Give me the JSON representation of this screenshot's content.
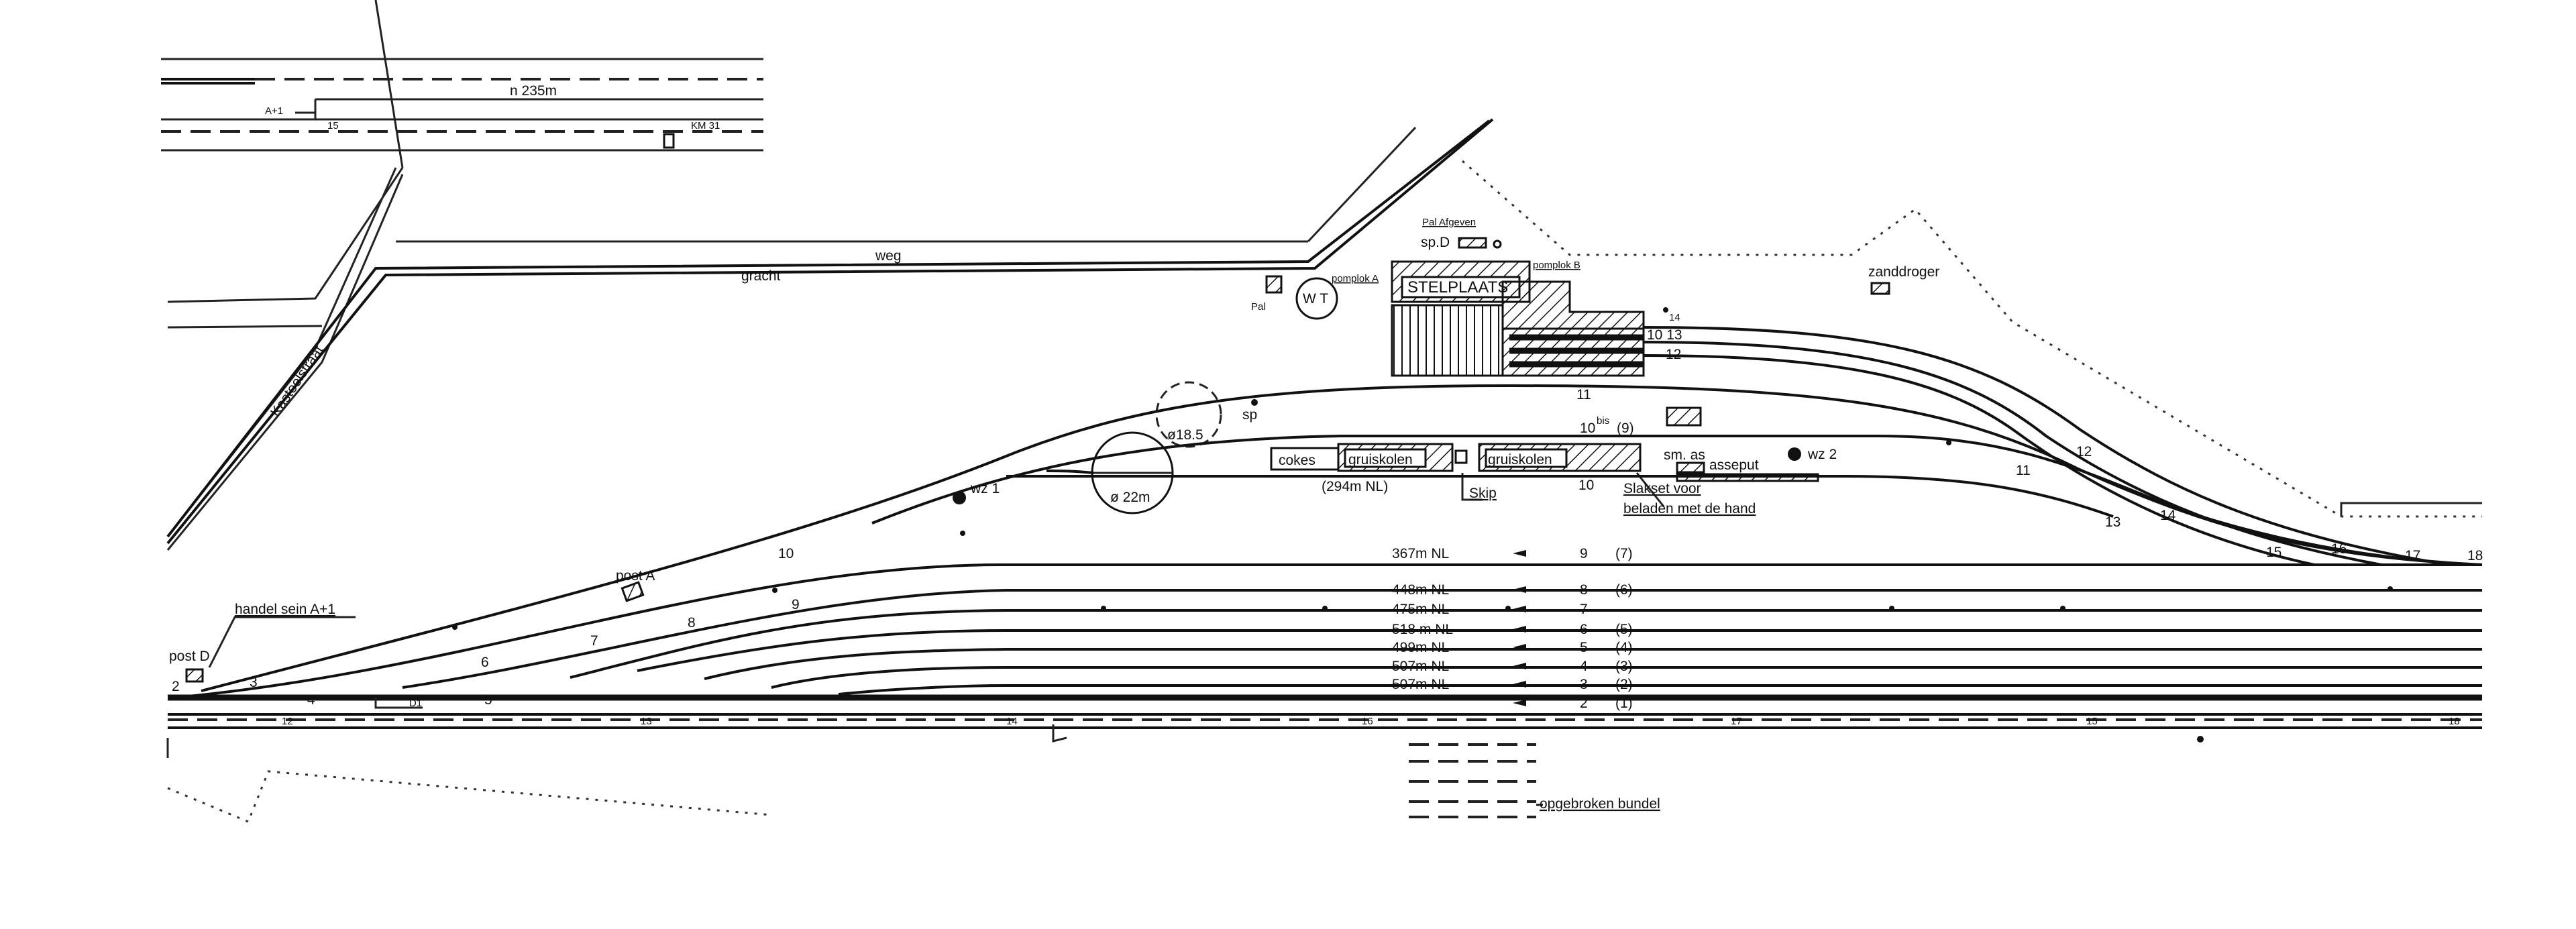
{
  "inset": {
    "length": "n 235m",
    "signal": "A+1",
    "track": "15",
    "km": "KM 31"
  },
  "streets": {
    "road": "weg",
    "canal": "gracht",
    "street": "Kasteelstraat"
  },
  "buildings": {
    "pump_a": "pomplok A",
    "pump_b": "pomplok B",
    "pal": "Pal",
    "wt": "W T",
    "pal_afgeven": "Pal Afgeven",
    "spd": "sp.D",
    "stelplaats": "STELPLAATS",
    "zanddroger": "zanddroger",
    "sp": "sp",
    "turntable_1": "ø18.5",
    "turntable_2": "ø 22m",
    "wz1": "wz 1",
    "wz2": "wz 2",
    "cokes": "cokes",
    "gruiskolen_1": "gruiskolen",
    "gruiskolen_2": "gruiskolen",
    "sm_as": "sm. as",
    "asseput": "asseput",
    "coal_length": "(294m NL)",
    "skip": "Skip",
    "slakset_1": "Slakset voor",
    "slakset_2": "beladen met de hand",
    "post_a": "post A",
    "post_d": "post D",
    "handel_sein": "handel sein A+1",
    "signal_d": "D1",
    "opgebroken": "opgebroken bundel"
  },
  "track_labels": [
    {
      "id": "t14",
      "text": "14"
    },
    {
      "id": "t10-13",
      "text": "10 13"
    },
    {
      "id": "t12a",
      "text": "12"
    },
    {
      "id": "t11a",
      "text": "11"
    },
    {
      "id": "t10bis",
      "text": "10"
    },
    {
      "id": "t10bis-sup",
      "text": "bis"
    },
    {
      "id": "t9p",
      "text": "(9)"
    },
    {
      "id": "t10b",
      "text": "10"
    },
    {
      "id": "t12b",
      "text": "12"
    },
    {
      "id": "t11b",
      "text": "11"
    },
    {
      "id": "t13",
      "text": "13"
    },
    {
      "id": "t14b",
      "text": "14"
    },
    {
      "id": "t15r",
      "text": "15"
    },
    {
      "id": "t16",
      "text": "16"
    },
    {
      "id": "t17",
      "text": "17"
    },
    {
      "id": "t18",
      "text": "18"
    },
    {
      "id": "t10c",
      "text": "10"
    },
    {
      "id": "t9c",
      "text": "9"
    },
    {
      "id": "t8c",
      "text": "8"
    },
    {
      "id": "t7c",
      "text": "7"
    },
    {
      "id": "t6c",
      "text": "6"
    },
    {
      "id": "t5c",
      "text": "5"
    },
    {
      "id": "t4c",
      "text": "4"
    },
    {
      "id": "t3c",
      "text": "3"
    },
    {
      "id": "t2c",
      "text": "2"
    },
    {
      "id": "m12",
      "text": "12"
    },
    {
      "id": "m13",
      "text": "13"
    },
    {
      "id": "m14",
      "text": "14"
    },
    {
      "id": "m16",
      "text": "16"
    },
    {
      "id": "m17",
      "text": "17"
    },
    {
      "id": "m15",
      "text": "15"
    },
    {
      "id": "m18",
      "text": "18"
    }
  ],
  "yard_tracks": [
    {
      "length": "367m NL",
      "num": "9",
      "old": "(7)"
    },
    {
      "length": "448m NL",
      "num": "8",
      "old": "(6)"
    },
    {
      "length": "475m NL",
      "num": "7",
      "old": ""
    },
    {
      "length": "518 m NL",
      "num": "6",
      "old": "(5)"
    },
    {
      "length": "499m NL",
      "num": "5",
      "old": "(4)"
    },
    {
      "length": "507m NL",
      "num": "4",
      "old": "(3)"
    },
    {
      "length": "507m NL",
      "num": "3",
      "old": "(2)"
    },
    {
      "length": "",
      "num": "2",
      "old": "(1)"
    }
  ]
}
